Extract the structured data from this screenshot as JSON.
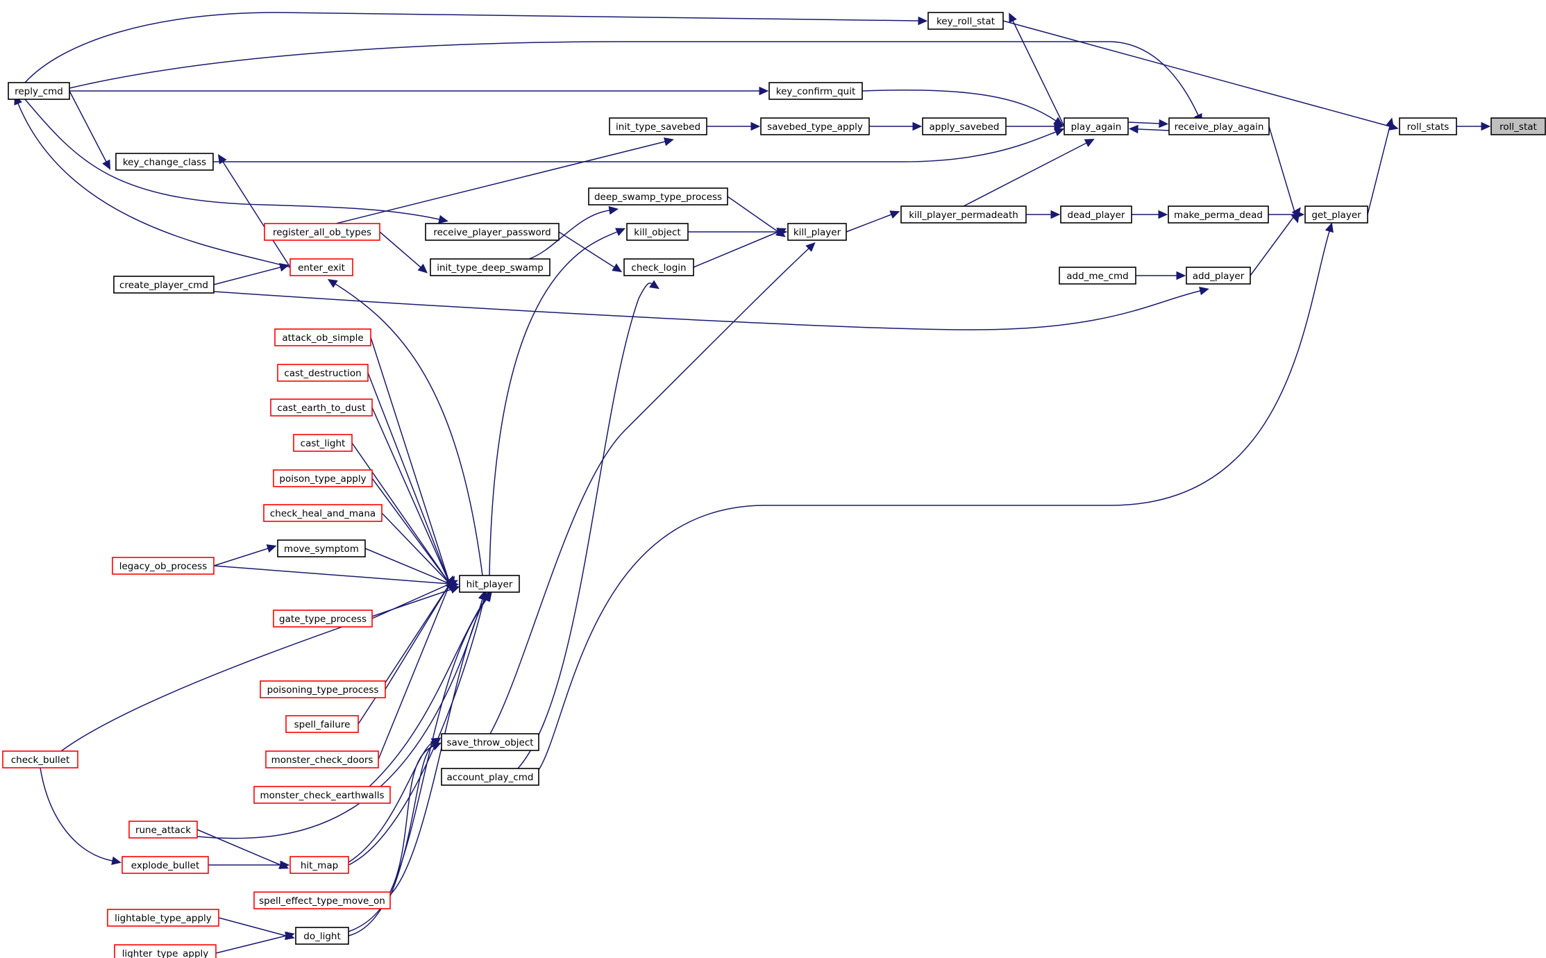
{
  "graph": {
    "highlight_color": "#bfbfbf",
    "edge_color": "#191970",
    "normal_border": "#000000",
    "incomplete_border": "#ff0000",
    "nodes": [
      {
        "id": "roll_stat",
        "label": "roll_stat",
        "style": "root"
      },
      {
        "id": "roll_stats",
        "label": "roll_stats",
        "style": "normal"
      },
      {
        "id": "key_roll_stat",
        "label": "key_roll_stat",
        "style": "normal"
      },
      {
        "id": "get_player",
        "label": "get_player",
        "style": "normal"
      },
      {
        "id": "reply_cmd",
        "label": "reply_cmd",
        "style": "normal"
      },
      {
        "id": "play_again",
        "label": "play_again",
        "style": "normal"
      },
      {
        "id": "receive_play_again",
        "label": "receive_play_again",
        "style": "normal"
      },
      {
        "id": "make_perma_dead",
        "label": "make_perma_dead",
        "style": "normal"
      },
      {
        "id": "add_player",
        "label": "add_player",
        "style": "normal"
      },
      {
        "id": "account_play_cmd",
        "label": "account_play_cmd",
        "style": "normal"
      },
      {
        "id": "key_confirm_quit",
        "label": "key_confirm_quit",
        "style": "normal"
      },
      {
        "id": "init_type_savebed",
        "label": "init_type_savebed",
        "style": "normal"
      },
      {
        "id": "savebed_type_apply",
        "label": "savebed_type_apply",
        "style": "normal"
      },
      {
        "id": "apply_savebed",
        "label": "apply_savebed",
        "style": "normal"
      },
      {
        "id": "key_change_class",
        "label": "key_change_class",
        "style": "normal"
      },
      {
        "id": "deep_swamp_type_process",
        "label": "deep_swamp_type_process",
        "style": "normal"
      },
      {
        "id": "kill_player_permadeath",
        "label": "kill_player_permadeath",
        "style": "normal"
      },
      {
        "id": "dead_player",
        "label": "dead_player",
        "style": "normal"
      },
      {
        "id": "register_all_ob_types",
        "label": "register_all_ob_types",
        "style": "incomplete"
      },
      {
        "id": "receive_player_password",
        "label": "receive_player_password",
        "style": "normal"
      },
      {
        "id": "kill_object",
        "label": "kill_object",
        "style": "normal"
      },
      {
        "id": "kill_player",
        "label": "kill_player",
        "style": "normal"
      },
      {
        "id": "enter_exit",
        "label": "enter_exit",
        "style": "incomplete"
      },
      {
        "id": "init_type_deep_swamp",
        "label": "init_type_deep_swamp",
        "style": "normal"
      },
      {
        "id": "check_login",
        "label": "check_login",
        "style": "normal"
      },
      {
        "id": "add_me_cmd",
        "label": "add_me_cmd",
        "style": "normal"
      },
      {
        "id": "create_player_cmd",
        "label": "create_player_cmd",
        "style": "normal"
      },
      {
        "id": "attack_ob_simple",
        "label": "attack_ob_simple",
        "style": "incomplete"
      },
      {
        "id": "cast_destruction",
        "label": "cast_destruction",
        "style": "incomplete"
      },
      {
        "id": "cast_earth_to_dust",
        "label": "cast_earth_to_dust",
        "style": "incomplete"
      },
      {
        "id": "cast_light",
        "label": "cast_light",
        "style": "incomplete"
      },
      {
        "id": "poison_type_apply",
        "label": "poison_type_apply",
        "style": "incomplete"
      },
      {
        "id": "check_heal_and_mana",
        "label": "check_heal_and_mana",
        "style": "incomplete"
      },
      {
        "id": "move_symptom",
        "label": "move_symptom",
        "style": "normal"
      },
      {
        "id": "legacy_ob_process",
        "label": "legacy_ob_process",
        "style": "incomplete"
      },
      {
        "id": "hit_player",
        "label": "hit_player",
        "style": "normal"
      },
      {
        "id": "gate_type_process",
        "label": "gate_type_process",
        "style": "incomplete"
      },
      {
        "id": "poisoning_type_process",
        "label": "poisoning_type_process",
        "style": "incomplete"
      },
      {
        "id": "spell_failure",
        "label": "spell_failure",
        "style": "incomplete"
      },
      {
        "id": "monster_check_doors",
        "label": "monster_check_doors",
        "style": "incomplete"
      },
      {
        "id": "save_throw_object",
        "label": "save_throw_object",
        "style": "normal"
      },
      {
        "id": "check_bullet",
        "label": "check_bullet",
        "style": "incomplete"
      },
      {
        "id": "monster_check_earthwalls",
        "label": "monster_check_earthwalls",
        "style": "incomplete"
      },
      {
        "id": "rune_attack",
        "label": "rune_attack",
        "style": "incomplete"
      },
      {
        "id": "explode_bullet",
        "label": "explode_bullet",
        "style": "incomplete"
      },
      {
        "id": "hit_map",
        "label": "hit_map",
        "style": "incomplete"
      },
      {
        "id": "spell_effect_type_move_on",
        "label": "spell_effect_type_move_on",
        "style": "incomplete"
      },
      {
        "id": "lightable_type_apply",
        "label": "lightable_type_apply",
        "style": "incomplete"
      },
      {
        "id": "do_light",
        "label": "do_light",
        "style": "normal"
      },
      {
        "id": "lighter_type_apply",
        "label": "lighter_type_apply",
        "style": "incomplete"
      }
    ],
    "edges": [
      {
        "from": "roll_stats",
        "to": "roll_stat"
      },
      {
        "from": "key_roll_stat",
        "to": "roll_stats"
      },
      {
        "from": "get_player",
        "to": "roll_stats"
      },
      {
        "from": "reply_cmd",
        "to": "key_roll_stat"
      },
      {
        "from": "play_again",
        "to": "key_roll_stat"
      },
      {
        "from": "make_perma_dead",
        "to": "get_player"
      },
      {
        "from": "receive_play_again",
        "to": "get_player"
      },
      {
        "from": "add_player",
        "to": "get_player"
      },
      {
        "from": "account_play_cmd",
        "to": "get_player"
      },
      {
        "from": "reply_cmd",
        "to": "receive_play_again"
      },
      {
        "from": "reply_cmd",
        "to": "key_confirm_quit"
      },
      {
        "from": "reply_cmd",
        "to": "key_change_class"
      },
      {
        "from": "reply_cmd",
        "to": "receive_player_password"
      },
      {
        "from": "receive_play_again",
        "to": "play_again"
      },
      {
        "from": "play_again",
        "to": "receive_play_again"
      },
      {
        "from": "key_confirm_quit",
        "to": "play_again"
      },
      {
        "from": "apply_savebed",
        "to": "play_again"
      },
      {
        "from": "key_change_class",
        "to": "play_again"
      },
      {
        "from": "kill_player_permadeath",
        "to": "play_again"
      },
      {
        "from": "savebed_type_apply",
        "to": "apply_savebed"
      },
      {
        "from": "init_type_savebed",
        "to": "savebed_type_apply"
      },
      {
        "from": "register_all_ob_types",
        "to": "init_type_savebed"
      },
      {
        "from": "register_all_ob_types",
        "to": "init_type_deep_swamp"
      },
      {
        "from": "enter_exit",
        "to": "key_change_class"
      },
      {
        "from": "enter_exit",
        "to": "reply_cmd"
      },
      {
        "from": "dead_player",
        "to": "make_perma_dead"
      },
      {
        "from": "kill_player_permadeath",
        "to": "dead_player"
      },
      {
        "from": "kill_player",
        "to": "kill_player_permadeath"
      },
      {
        "from": "deep_swamp_type_process",
        "to": "kill_player"
      },
      {
        "from": "kill_object",
        "to": "kill_player"
      },
      {
        "from": "check_login",
        "to": "kill_player"
      },
      {
        "from": "save_throw_object",
        "to": "kill_player"
      },
      {
        "from": "init_type_deep_swamp",
        "to": "deep_swamp_type_process"
      },
      {
        "from": "hit_player",
        "to": "kill_object"
      },
      {
        "from": "receive_player_password",
        "to": "check_login"
      },
      {
        "from": "account_play_cmd",
        "to": "check_login"
      },
      {
        "from": "add_me_cmd",
        "to": "add_player"
      },
      {
        "from": "create_player_cmd",
        "to": "add_player"
      },
      {
        "from": "create_player_cmd",
        "to": "enter_exit"
      },
      {
        "from": "hit_player",
        "to": "enter_exit"
      },
      {
        "from": "attack_ob_simple",
        "to": "hit_player"
      },
      {
        "from": "cast_destruction",
        "to": "hit_player"
      },
      {
        "from": "cast_earth_to_dust",
        "to": "hit_player"
      },
      {
        "from": "cast_light",
        "to": "hit_player"
      },
      {
        "from": "poison_type_apply",
        "to": "hit_player"
      },
      {
        "from": "check_heal_and_mana",
        "to": "hit_player"
      },
      {
        "from": "move_symptom",
        "to": "hit_player"
      },
      {
        "from": "legacy_ob_process",
        "to": "move_symptom"
      },
      {
        "from": "legacy_ob_process",
        "to": "hit_player"
      },
      {
        "from": "gate_type_process",
        "to": "hit_player"
      },
      {
        "from": "check_bullet",
        "to": "hit_player"
      },
      {
        "from": "poisoning_type_process",
        "to": "hit_player"
      },
      {
        "from": "spell_failure",
        "to": "hit_player"
      },
      {
        "from": "monster_check_doors",
        "to": "hit_player"
      },
      {
        "from": "monster_check_earthwalls",
        "to": "hit_player"
      },
      {
        "from": "rune_attack",
        "to": "hit_player"
      },
      {
        "from": "rune_attack",
        "to": "hit_map"
      },
      {
        "from": "explode_bullet",
        "to": "hit_map"
      },
      {
        "from": "hit_map",
        "to": "hit_player"
      },
      {
        "from": "hit_map",
        "to": "save_throw_object"
      },
      {
        "from": "spell_effect_type_move_on",
        "to": "hit_player"
      },
      {
        "from": "spell_effect_type_move_on",
        "to": "save_throw_object"
      },
      {
        "from": "do_light",
        "to": "hit_player"
      },
      {
        "from": "do_light",
        "to": "save_throw_object"
      },
      {
        "from": "lightable_type_apply",
        "to": "do_light"
      },
      {
        "from": "lighter_type_apply",
        "to": "do_light"
      },
      {
        "from": "check_bullet",
        "to": "explode_bullet"
      }
    ]
  }
}
